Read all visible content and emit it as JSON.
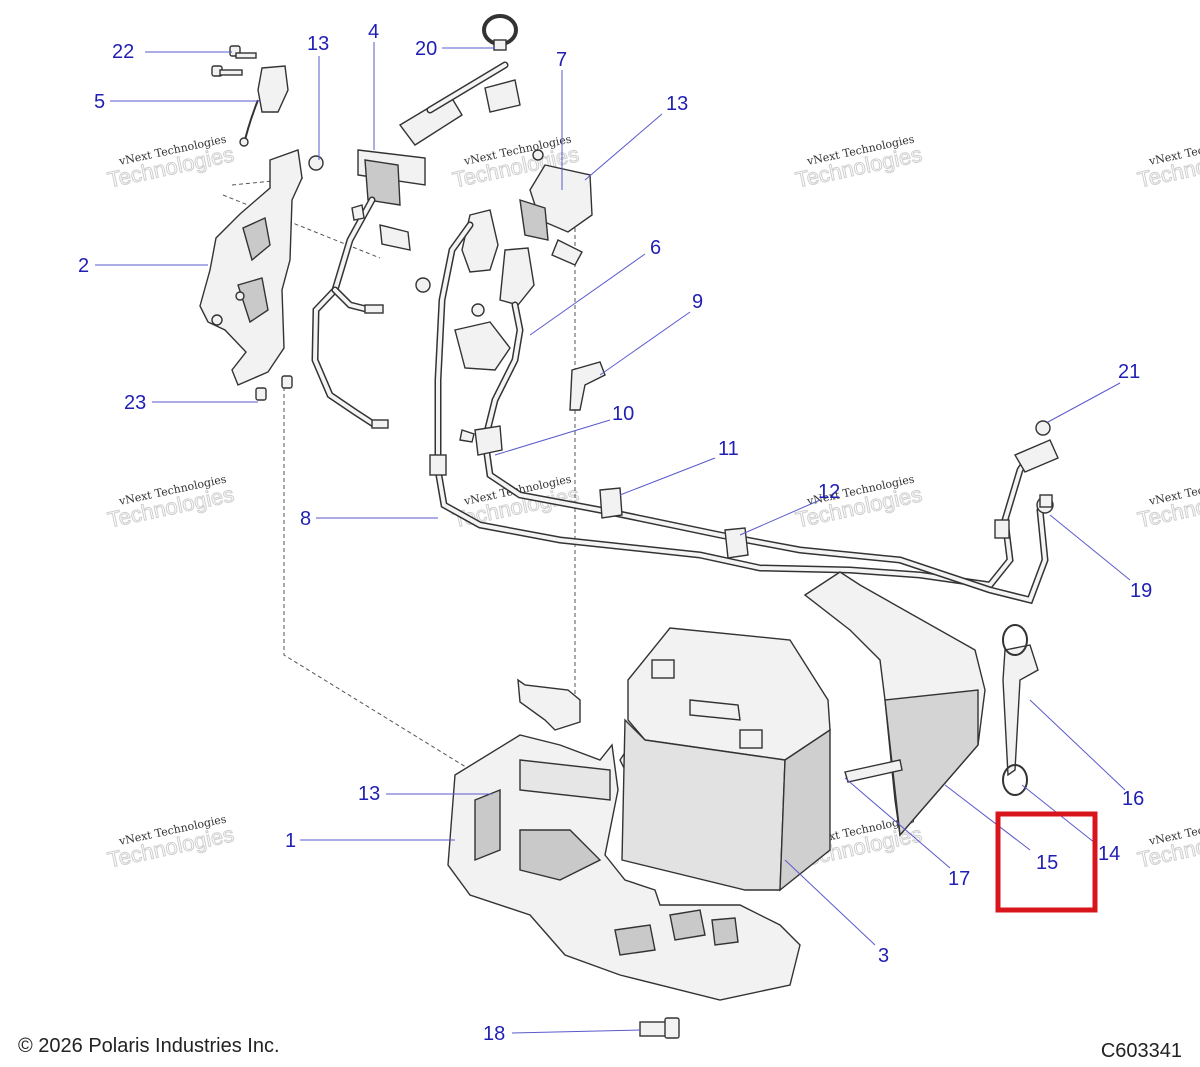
{
  "callouts": [
    {
      "id": "c22",
      "label": "22"
    },
    {
      "id": "c5",
      "label": "5"
    },
    {
      "id": "c13a",
      "label": "13"
    },
    {
      "id": "c4",
      "label": "4"
    },
    {
      "id": "c20",
      "label": "20"
    },
    {
      "id": "c7",
      "label": "7"
    },
    {
      "id": "c13b",
      "label": "13"
    },
    {
      "id": "c2",
      "label": "2"
    },
    {
      "id": "c6",
      "label": "6"
    },
    {
      "id": "c9",
      "label": "9"
    },
    {
      "id": "c23",
      "label": "23"
    },
    {
      "id": "c10",
      "label": "10"
    },
    {
      "id": "c11",
      "label": "11"
    },
    {
      "id": "c21",
      "label": "21"
    },
    {
      "id": "c8",
      "label": "8"
    },
    {
      "id": "c12",
      "label": "12"
    },
    {
      "id": "c19",
      "label": "19"
    },
    {
      "id": "c13c",
      "label": "13"
    },
    {
      "id": "c16",
      "label": "16"
    },
    {
      "id": "c1",
      "label": "1"
    },
    {
      "id": "c14",
      "label": "14"
    },
    {
      "id": "c15",
      "label": "15"
    },
    {
      "id": "c17",
      "label": "17"
    },
    {
      "id": "c3",
      "label": "3"
    },
    {
      "id": "c18",
      "label": "18"
    }
  ],
  "watermark": {
    "line1": "vNext Technologies",
    "line2": "Technologies"
  },
  "highlight": {
    "color": "#d8141c",
    "target_label": "15"
  },
  "colors": {
    "callout": "#1f1fb4",
    "leader": "#5a5acc"
  },
  "footer": {
    "copyright": "© 2026 Polaris Industries Inc.",
    "figure_id": "C603341"
  }
}
